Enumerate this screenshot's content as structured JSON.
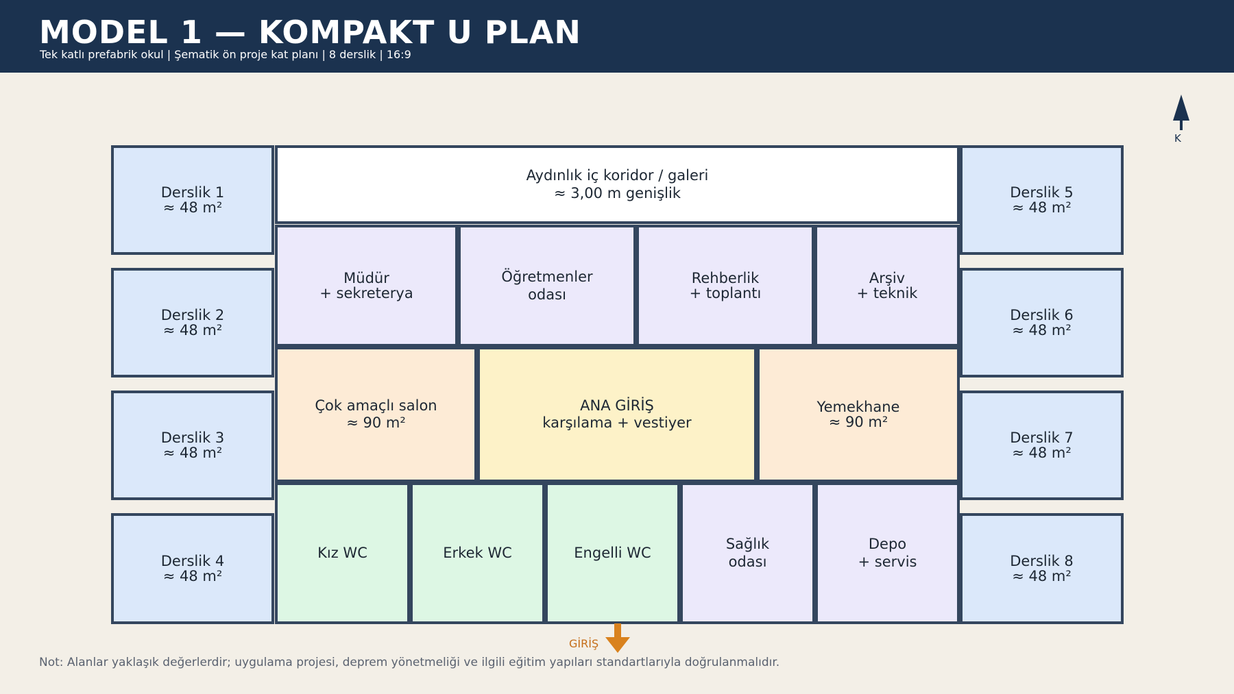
{
  "header": {
    "title": "MODEL 1 — KOMPAKT U PLAN",
    "subtitle": "Tek katlı prefabrik okul | Şematik ön proje kat planı | 8 derslik | 16:9"
  },
  "compass": {
    "label": "K"
  },
  "entry": {
    "label": "GİRİŞ"
  },
  "note": "Not: Alanlar yaklaşık değerlerdir; uygulama projesi, deprem yönetmeliği ve ilgili eğitim yapıları standartlarıyla doğrulanmalıdır.",
  "plan": {
    "classrooms": [
      {
        "name": "Derslik 1",
        "area": "≈ 48 m²"
      },
      {
        "name": "Derslik 2",
        "area": "≈ 48 m²"
      },
      {
        "name": "Derslik 3",
        "area": "≈ 48 m²"
      },
      {
        "name": "Derslik 4",
        "area": "≈ 48 m²"
      },
      {
        "name": "Derslik 5",
        "area": "≈ 48 m²"
      },
      {
        "name": "Derslik 6",
        "area": "≈ 48 m²"
      },
      {
        "name": "Derslik 7",
        "area": "≈ 48 m²"
      },
      {
        "name": "Derslik 8",
        "area": "≈ 48 m²"
      }
    ],
    "corridor": {
      "line1": "Aydınlık iç koridor / galeri",
      "line2": "≈ 3,00 m genişlik"
    },
    "admin_rooms": [
      {
        "line1": "Müdür",
        "line2": "+ sekreterya"
      },
      {
        "line1": "Öğretmenler",
        "line2": "odası"
      },
      {
        "line1": "Rehberlik",
        "line2": "+ toplantı"
      },
      {
        "line1": "Arşiv",
        "line2": "+ teknik"
      }
    ],
    "halls": {
      "multipurpose": {
        "line1": "Çok amaçlı salon",
        "line2": "≈ 90 m²"
      },
      "entrance": {
        "line1": "ANA GİRİŞ",
        "line2": "karşılama + vestiyer"
      },
      "dining": {
        "line1": "Yemekhane",
        "line2": "≈ 90 m²"
      }
    },
    "service_rooms": [
      {
        "line1": "Kız WC"
      },
      {
        "line1": "Erkek WC"
      },
      {
        "line1": "Engelli WC"
      },
      {
        "line1": "Sağlık",
        "line2": "odası"
      },
      {
        "line1": "Depo",
        "line2": "+ servis"
      }
    ]
  },
  "colors": {
    "header": "#1b324f",
    "background": "#f3efe7",
    "classroom": "#dbe8fa",
    "admin": "#ece9fb",
    "hall": "#fdebd6",
    "entrance": "#fdf2c8",
    "wc": "#ddf7e4",
    "entry_arrow": "#d9821e"
  }
}
